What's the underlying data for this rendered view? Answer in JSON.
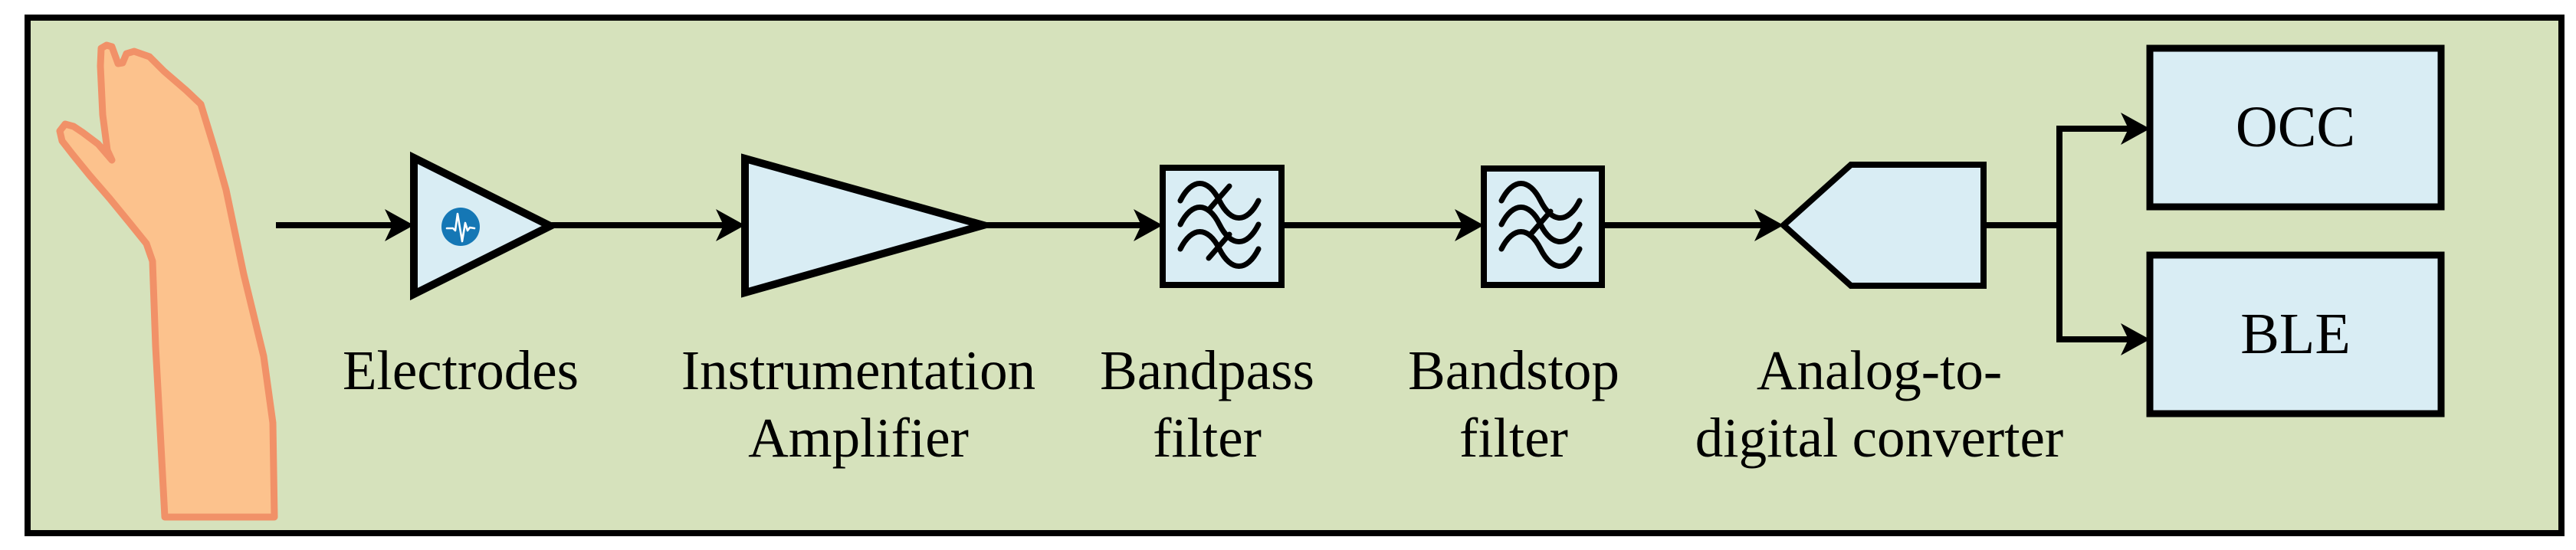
{
  "figure": {
    "type": "signal-chain-block-diagram",
    "background_color": "#ffffff",
    "panel_fill": "#d6e2bc",
    "panel_border_color": "#000000",
    "node_fill": "#d9edf4",
    "node_border_color": "#000000",
    "pulse_icon_color": "#1577b5",
    "hand_fill": "#fcc28d",
    "hand_outline": "#f19168"
  },
  "labels": {
    "electrodes": "Electrodes",
    "inamp_line1": "Instrumentation",
    "inamp_line2": "Amplifier",
    "bandpass_line1": "Bandpass",
    "bandpass_line2": "filter",
    "bandstop_line1": "Bandstop",
    "bandstop_line2": "filter",
    "adc_line1": "Analog-to-",
    "adc_line2": "digital converter",
    "occ": "OCC",
    "ble": "BLE"
  },
  "nodes": [
    {
      "id": "hand",
      "shape": "hand-illustration",
      "label": ""
    },
    {
      "id": "electrodes",
      "shape": "small-triangle",
      "icon": "pulse-waveform-icon",
      "label": "Electrodes"
    },
    {
      "id": "instrumentation-amplifier",
      "shape": "large-triangle",
      "label": "Instrumentation Amplifier"
    },
    {
      "id": "bandpass-filter",
      "shape": "square",
      "icon": "bandpass-filter-icon",
      "label": "Bandpass filter"
    },
    {
      "id": "bandstop-filter",
      "shape": "square",
      "icon": "bandstop-filter-icon",
      "label": "Bandstop filter"
    },
    {
      "id": "adc",
      "shape": "left-pointing-pentagon",
      "label": "Analog-to-digital converter"
    },
    {
      "id": "occ",
      "shape": "rectangle",
      "label": "OCC"
    },
    {
      "id": "ble",
      "shape": "rectangle",
      "label": "BLE"
    }
  ],
  "connections": [
    {
      "from": "hand",
      "to": "electrodes",
      "arrow": true
    },
    {
      "from": "electrodes",
      "to": "instrumentation-amplifier",
      "arrow": true
    },
    {
      "from": "instrumentation-amplifier",
      "to": "bandpass-filter",
      "arrow": true
    },
    {
      "from": "bandpass-filter",
      "to": "bandstop-filter",
      "arrow": true
    },
    {
      "from": "bandstop-filter",
      "to": "adc",
      "arrow": true
    },
    {
      "from": "adc",
      "to": "occ",
      "arrow": true
    },
    {
      "from": "adc",
      "to": "ble",
      "arrow": true
    }
  ]
}
